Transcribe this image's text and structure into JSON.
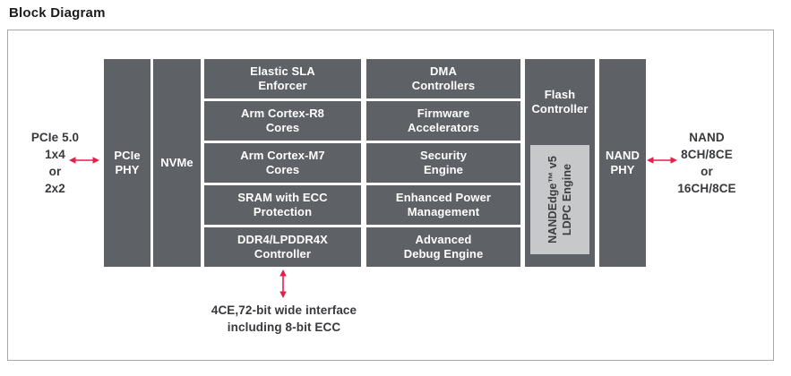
{
  "title": "Block Diagram",
  "colors": {
    "block": "#5e6166",
    "block_text": "#ffffff",
    "inner_block": "#c7c8ca",
    "inner_text": "#3b3d41",
    "arrow": "#e4204a",
    "border": "#a6a9ab",
    "label_text": "#38393d"
  },
  "labels": {
    "host_interface": "PCIe 5.0\n1x4\nor\n2x2",
    "nand_interface": "NAND\n8CH/8CE\nor\n16CH/8CE",
    "ddr_interface": "4CE,72-bit wide interface\nincluding 8-bit ECC"
  },
  "icons": {
    "left_arrow": "double-headed-horizontal-arrow",
    "right_arrow": "double-headed-horizontal-arrow",
    "bottom_arrow": "double-headed-vertical-arrow"
  },
  "blocks": {
    "pcie_phy": "PCIe\nPHY",
    "nvme": "NVMe",
    "flash_controller": "Flash\nController",
    "ldpc": "NANDEdge™ v5\nLDPC Engine",
    "nand_phy": "NAND\nPHY",
    "col_a": [
      "Elastic SLA\nEnforcer",
      "Arm Cortex-R8\nCores",
      "Arm Cortex-M7\nCores",
      "SRAM with ECC\nProtection",
      "DDR4/LPDDR4X\nController"
    ],
    "col_b": [
      "DMA\nControllers",
      "Firmware\nAccelerators",
      "Security\nEngine",
      "Enhanced Power\nManagement",
      "Advanced\nDebug Engine"
    ]
  }
}
